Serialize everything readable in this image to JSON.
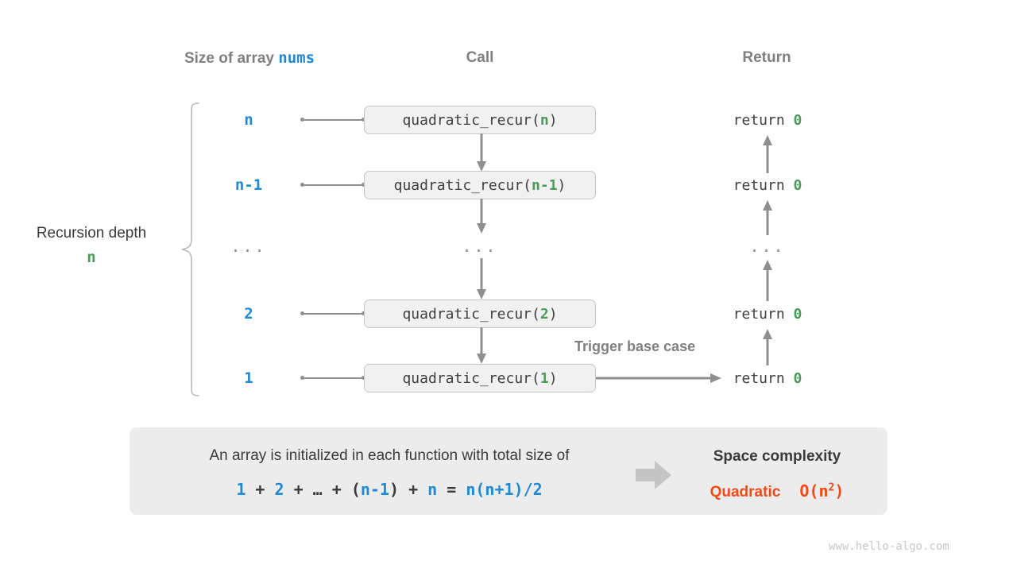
{
  "headers": {
    "size": {
      "prefix": "Size of array ",
      "var": "nums"
    },
    "call": "Call",
    "return": "Return"
  },
  "left_annotation": {
    "label": "Recursion depth",
    "value": "n"
  },
  "rows": [
    {
      "size": "n",
      "call_prefix": "quadratic_recur(",
      "call_arg": "n",
      "call_suffix": ")",
      "return_prefix": "return ",
      "return_value": "0"
    },
    {
      "size": "n-1",
      "call_prefix": "quadratic_recur(",
      "call_arg": "n-1",
      "call_suffix": ")",
      "return_prefix": "return ",
      "return_value": "0"
    },
    {
      "size": "...",
      "call_prefix": "...",
      "call_arg": "",
      "call_suffix": "",
      "return_prefix": "...",
      "return_value": ""
    },
    {
      "size": "2",
      "call_prefix": "quadratic_recur(",
      "call_arg": "2",
      "call_suffix": ")",
      "return_prefix": "return ",
      "return_value": "0"
    },
    {
      "size": "1",
      "call_prefix": "quadratic_recur(",
      "call_arg": "1",
      "call_suffix": ")",
      "return_prefix": "return ",
      "return_value": "0"
    }
  ],
  "base_case_note": "Trigger base case",
  "panel": {
    "description": "An array is initialized in each function with total size of",
    "formula": {
      "t1": "1",
      "o1": " + ",
      "t2": "2",
      "o2": " + ",
      "t3": "…",
      "o3": " + ",
      "p1": "(",
      "t4": "n-1",
      "p2": ")",
      "o4": " + ",
      "t5": "n",
      "eq": " = ",
      "t6": "n(n+1)/2"
    },
    "result_title": "Space complexity",
    "result_word": "Quadratic",
    "result_notation_prefix": "O(n",
    "result_notation_exp": "2",
    "result_notation_suffix": ")"
  },
  "watermark": "www.hello-algo.com",
  "colors": {
    "blue": "#1f8ad4",
    "green": "#4c9a59",
    "orange": "#ef4a18",
    "gray_text": "#808080",
    "dark_text": "#3a3a3a",
    "box_fill": "#f1f1f1",
    "panel_fill": "#ececec",
    "arrow": "#8f8f8f"
  }
}
